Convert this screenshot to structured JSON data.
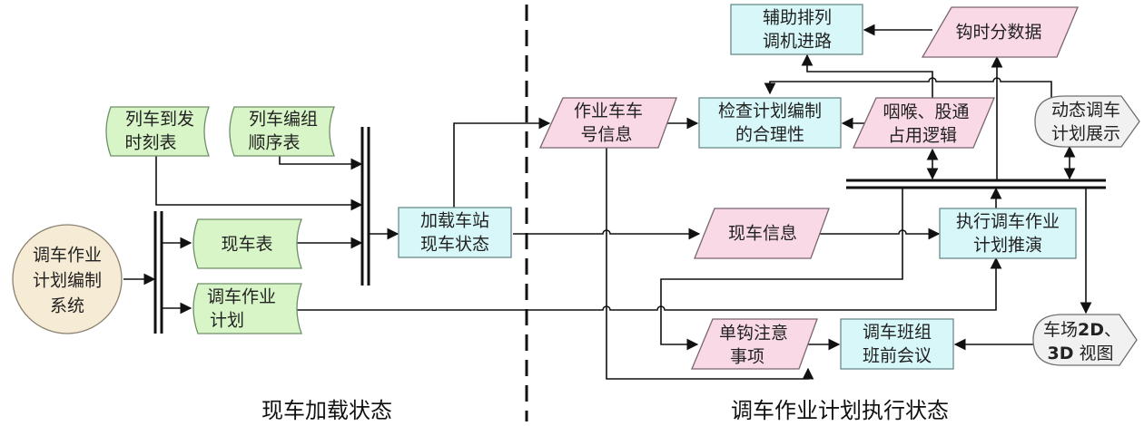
{
  "diagram": {
    "title": "调车作业计划执行流程",
    "sections": {
      "left": "现车加载状态",
      "right": "调车作业计划执行状态"
    },
    "nodes": {
      "system": {
        "lines": [
          "调车作业",
          "计划编制",
          "系统"
        ],
        "shape": "circle",
        "color": "#f6ebd4"
      },
      "timetable": {
        "lines": [
          "列车到发",
          "时刻表"
        ],
        "shape": "stored-data",
        "color": "#d8f5c8"
      },
      "consist": {
        "lines": [
          "列车编组",
          "顺序表"
        ],
        "shape": "stored-data",
        "color": "#d8f5c8"
      },
      "car_table": {
        "lines": [
          "现车表"
        ],
        "shape": "stored-data",
        "color": "#d8f5c8"
      },
      "shunt_plan": {
        "lines": [
          "调车作业",
          "计划"
        ],
        "shape": "stored-data",
        "color": "#d8f5c8"
      },
      "load_status": {
        "lines": [
          "加载车站",
          "现车状态"
        ],
        "shape": "process",
        "color": "#d7f7f9"
      },
      "car_no_info": {
        "lines": [
          "作业车车",
          "号信息"
        ],
        "shape": "data",
        "color": "#f9d9e6"
      },
      "check_plan": {
        "lines": [
          "检查计划编制",
          "的合理性"
        ],
        "shape": "process",
        "color": "#d7f7f9"
      },
      "route": {
        "lines": [
          "辅助排列",
          "调机进路"
        ],
        "shape": "process",
        "color": "#d7f7f9"
      },
      "hook_time": {
        "lines": [
          "钩时分数据"
        ],
        "shape": "data",
        "color": "#f9d9e6"
      },
      "throat_logic": {
        "lines": [
          "咽喉、股通",
          "占用逻辑"
        ],
        "shape": "data",
        "color": "#f9d9e6"
      },
      "dynamic_show": {
        "lines": [
          "动态调车",
          "计划展示"
        ],
        "shape": "display",
        "color": "#f1f1f1"
      },
      "car_info": {
        "lines": [
          "现车信息"
        ],
        "shape": "data",
        "color": "#f9d9e6"
      },
      "execute": {
        "lines": [
          "执行调车作业",
          "计划推演"
        ],
        "shape": "process",
        "color": "#d7f7f9"
      },
      "hook_notes": {
        "lines": [
          "单钩注意",
          "事项"
        ],
        "shape": "data",
        "color": "#f9d9e6"
      },
      "meeting": {
        "lines": [
          "调车班组",
          "班前会议"
        ],
        "shape": "process",
        "color": "#d7f7f9"
      },
      "yard_view": {
        "lines": [
          "车场2D、",
          "3D 视图"
        ],
        "shape": "display",
        "color": "#f1f1f1"
      }
    }
  }
}
